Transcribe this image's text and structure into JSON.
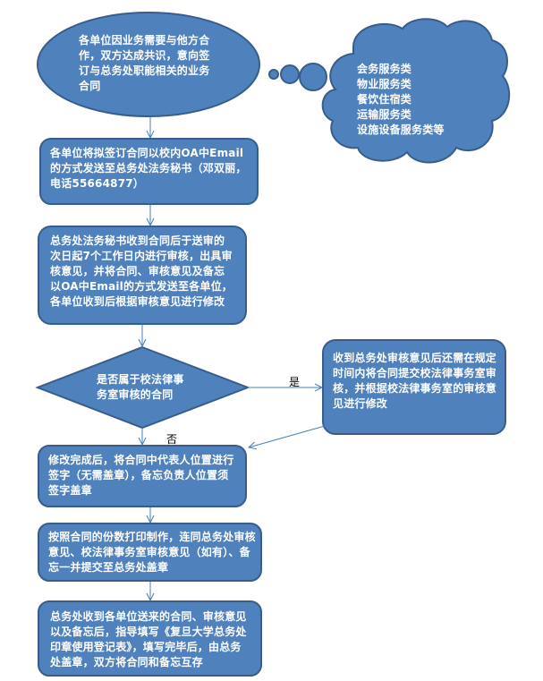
{
  "colors": {
    "fill": "#4f81bd",
    "stroke": "#385d8a",
    "arrow": "#4a7ebb"
  },
  "start": {
    "text": "各单位因业务需要与他方合作，双方达成共识，意向签订与总务处职能相关的业务合同"
  },
  "cloud": {
    "items": [
      "会务服务类",
      "物业服务类",
      "餐饮住宿类",
      "运输服务类",
      "设施设备服务类等"
    ]
  },
  "steps": [
    {
      "text": "各单位将拟签订合同以校内OA中Email的方式发送至总务处法务秘书（邓双丽，电话55664877）"
    },
    {
      "text": "总务处法务秘书收到合同后于送审的次日起7个工作日内进行审核，出具审核意见，并将合同、审核意见及备忘以OA中Email的方式发送至各单位，各单位收到后根据审核意见进行修改"
    },
    {
      "text": "修改完成后，将合同中代表人位置进行签字（无需盖章），备忘负责人位置须签字盖章"
    },
    {
      "text": "按照合同的份数打印制作，连同总务处审核意见、校法律事务室审核意见（如有）、备忘一并提交至总务处盖章"
    },
    {
      "text": "总务处收到各单位送来的合同、审核意见以及备忘后，指导填写《复旦大学总务处印章使用登记表》，填写完毕后，由总务处盖章，双方将合同和备忘互存"
    }
  ],
  "decision": {
    "text": "是否属于校法律事务室审核的合同",
    "yes_label": "是",
    "no_label": "否"
  },
  "side_step": {
    "text": "收到总务处审核意见后还需在规定时间内将合同提交校法律事务室审核，并根据校法律事务室的审核意见进行修改"
  }
}
